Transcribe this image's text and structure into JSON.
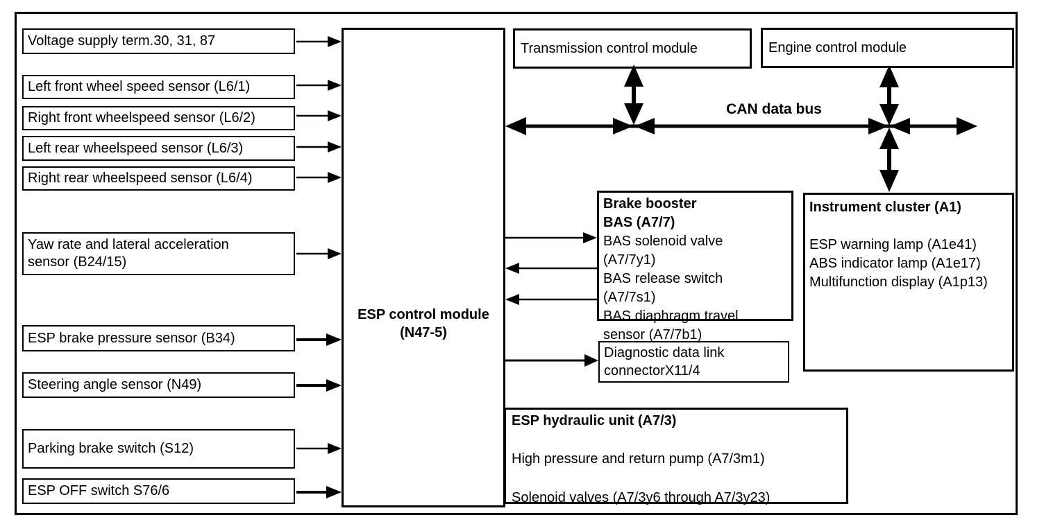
{
  "colors": {
    "ink": "#000000",
    "background": "#ffffff"
  },
  "inputs": [
    "Voltage supply term.30, 31, 87",
    "Left front wheel speed sensor (L6/1)",
    "Right front wheelspeed sensor (L6/2)",
    "Left rear wheelspeed sensor (L6/3)",
    "Right rear wheelspeed sensor (L6/4)",
    "Yaw rate and lateral acceleration sensor (B24/15)",
    "ESP brake pressure sensor (B34)",
    "Steering angle sensor (N49)",
    "Parking brake switch (S12)",
    "ESP OFF switch S76/6"
  ],
  "esp_module": {
    "line1": "ESP control module",
    "line2": "(N47-5)"
  },
  "transmission_module": "Transmission control module",
  "engine_module": "Engine control module",
  "can_bus_label": "CAN data bus",
  "brake_booster": {
    "title_lines": [
      "Brake booster",
      "BAS (A7/7)"
    ],
    "items": [
      "BAS solenoid valve (A7/7y1)",
      "BAS release switch (A7/7s1)",
      "BAS diaphragm travel sensor (A7/7b1)"
    ]
  },
  "diagnostic_connector": "Diagnostic data link connectorX11/4",
  "instrument_cluster": {
    "title": "Instrument cluster (A1)",
    "items": [
      "ESP warning lamp (A1e41)",
      "ABS indicator lamp (A1e17)",
      "Multifunction display (A1p13)"
    ]
  },
  "esp_hydraulic": {
    "title": "ESP hydraulic unit (A7/3)",
    "items": [
      "High pressure and return pump (A7/3m1)",
      "Solenoid valves (A7/3y6 through A7/3y23)"
    ]
  }
}
